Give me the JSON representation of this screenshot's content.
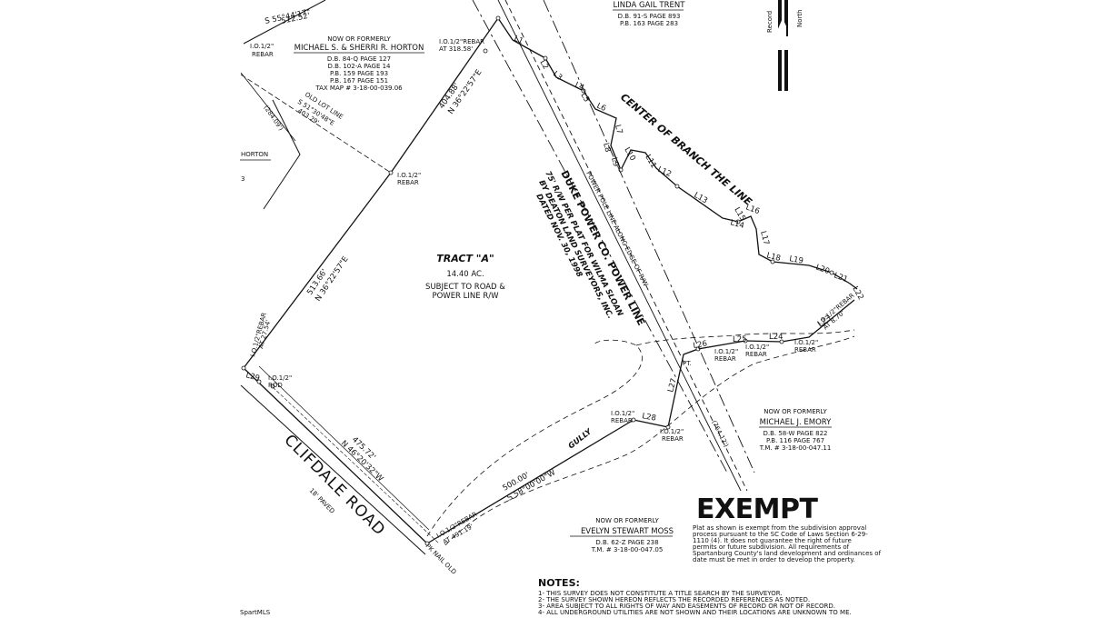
{
  "adjoiners": {
    "horton": {
      "prefix": "NOW OR FORMERLY",
      "name": "MICHAEL S. & SHERRI R. HORTON",
      "refs": [
        "D.B. 84-Q PAGE 127",
        "D.B. 102-A PAGE 14",
        "P.B. 159 PAGE 193",
        "P.B. 167 PAGE 151",
        "TAX MAP # 3-18-00-039.06"
      ]
    },
    "trent": {
      "name": "LINDA GAIL TRENT",
      "refs": [
        "D.B. 91-S PAGE 893",
        "P.B. 163 PAGE 283"
      ]
    },
    "emory": {
      "prefix": "NOW OR FORMERLY",
      "name": "MICHAEL J. EMORY",
      "refs": [
        "D.B. 58-W PAGE 822",
        "P.B. 116 PAGE 767",
        "T.M. # 3-18-00-047.11"
      ]
    },
    "moss": {
      "prefix": "NOW OR FORMERLY",
      "name": "EVELYN STEWART MOSS",
      "refs": [
        "D.B. 62-Z PAGE 238",
        "T.M. # 3-18-00-047.05"
      ]
    },
    "horton_west": "HORTON",
    "lot_west_num": "3"
  },
  "tract": {
    "name": "TRACT \"A\"",
    "area": "14.40 AC.",
    "note1": "SUBJECT TO ROAD &",
    "note2": "POWER LINE R/W"
  },
  "road": {
    "name": "CLIFDALE ROAD",
    "width": "18' PAVED",
    "bearing": "N 46°20'32\"W",
    "distance": "475.72'"
  },
  "calls": {
    "north_top": {
      "bearing": "S 55°44'17\"",
      "distance": "512.52'"
    },
    "ne_upper": {
      "distance": "404.88'",
      "bearing": "N 36°22'57\"E"
    },
    "ne_lower": {
      "distance": "513.66'",
      "bearing": "N 36°22'57\"E"
    },
    "south": {
      "distance": "500.00'",
      "bearing": "S 58°00'00\"W"
    },
    "old_lot": {
      "label": "OLD LOT LINE",
      "bearing": "S 51°30'48\"E",
      "distance": "403.29'"
    },
    "tie_284": "(284.09')",
    "tie_764": "(764.12')"
  },
  "monuments": {
    "rebar_top": "I.O.1/2\"REBAR",
    "rebar_top_dist": "AT 318.58'",
    "rebar_mid": "I.O.1/2\"",
    "rebar_mid_sub": "REBAR",
    "rebar_nw": "I.O.1/2\"",
    "rebar_nw_sub": "REBAR",
    "rebar_west": "I.O.1/2\"REBAR",
    "rebar_west_dist": "AT 27.54'",
    "rod": "I.O.1/2\"",
    "rod_sub": "ROD",
    "rebar_l28": "I.O.1/2\"",
    "rebar_l28_sub": "REBAR",
    "rebar_l27": "I.O.1/2\"",
    "rebar_l27_sub": "REBAR",
    "rebar_l26": "I.O.1/2\"",
    "rebar_l26_sub": "REBAR",
    "rebar_l25": "I.O.1/2\"",
    "rebar_l25_sub": "REBAR",
    "rebar_l24": "I.O.1/2\"",
    "rebar_l24_sub": "REBAR",
    "rebar_east": "I.O.1/2\"REBAR",
    "rebar_east_dist": "AT 8.70'",
    "rebar_se": "I.O.1/2\"REBAR",
    "rebar_se_dist": "AT 491.19'",
    "pk_nail": "PK NAIL OLD",
    "pt": "PT."
  },
  "features": {
    "branch": "CENTER OF BRANCH THE LINE",
    "gully": "GULLY",
    "power_line": "DUKE POWER CO. POWER LINE",
    "power_pole": "POWER POLE LINE ALONG EDGE OF R/W",
    "rw_note1": "75' R/W PER PLAT FOR WILMA SLOAN",
    "rw_note2": "BY DEATON LAND SURVEYORS, INC.",
    "rw_note3": "DATED NOV. 30, 1998"
  },
  "line_labels": [
    "L1",
    "L2",
    "L3",
    "L4",
    "L5",
    "L6",
    "L7",
    "L8",
    "L9",
    "L10",
    "L11",
    "L12",
    "L13",
    "L14",
    "L15",
    "L16",
    "L17",
    "L18",
    "L19",
    "L20",
    "L21",
    "L22",
    "L23",
    "L24",
    "L25",
    "L26",
    "L27",
    "L28",
    "L29"
  ],
  "exempt": {
    "title": "EXEMPT",
    "lines": [
      "Plat as shown is exempt from the subdivision approval",
      "process pursuant to the SC Code of Laws  Section 6-29-",
      "1110 (4).  It does not guarantee the right of future",
      "permits or future subdivision.  All requirements of",
      "Spartanburg County's land development and ordinances of",
      "date must be met in order to develop the property."
    ]
  },
  "notes": {
    "title": "NOTES:",
    "items": [
      "1- THIS SURVEY DOES NOT CONSTITUTE A TITLE SEARCH BY THE SURVEYOR.",
      "2- THE SURVEY SHOWN HEREON REFLECTS THE RECORDED REFERENCES AS NOTED.",
      "3- AREA SUBJECT TO ALL RIGHTS OF WAY AND EASEMENTS OF RECORD OR NOT OF RECORD.",
      "4- ALL UNDERGROUND UTILITIES ARE NOT SHOWN AND THEIR LOCATIONS ARE UNKNOWN TO ME."
    ]
  },
  "north_text1": "Record",
  "north_text2": "North",
  "watermark": "SpartMLS"
}
